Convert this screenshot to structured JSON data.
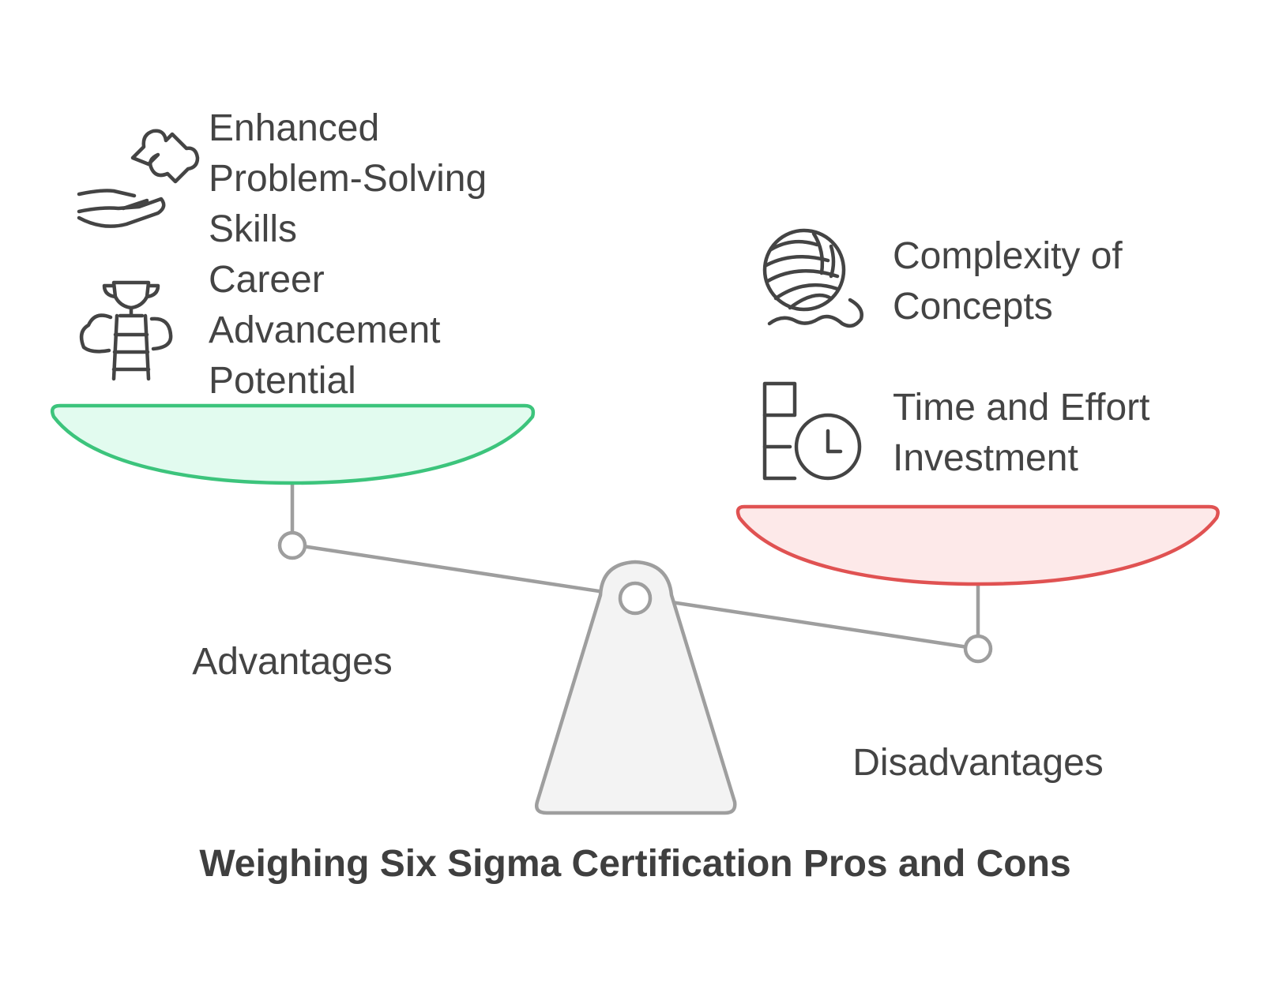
{
  "title": "Weighing Six Sigma Certification Pros and Cons",
  "advantages": {
    "label": "Advantages",
    "accent": "#3cc47c",
    "fill": "#e2fbef",
    "items": [
      {
        "lines": [
          "Enhanced",
          "Problem-Solving",
          "Skills"
        ],
        "icon": "puzzle-hand-icon"
      },
      {
        "lines": [
          "Career",
          "Advancement",
          "Potential"
        ],
        "icon": "trophy-ladder-icon"
      }
    ]
  },
  "disadvantages": {
    "label": "Disadvantages",
    "accent": "#e05252",
    "fill": "#fde9e9",
    "items": [
      {
        "lines": [
          "Complexity of",
          "Concepts"
        ],
        "icon": "yarn-ball-icon"
      },
      {
        "lines": [
          "Time and Effort",
          "Investment"
        ],
        "icon": "clock-blocks-icon"
      }
    ]
  },
  "scale": {
    "beam_color": "#9e9e9e",
    "fulcrum_fill": "#f3f3f3"
  }
}
